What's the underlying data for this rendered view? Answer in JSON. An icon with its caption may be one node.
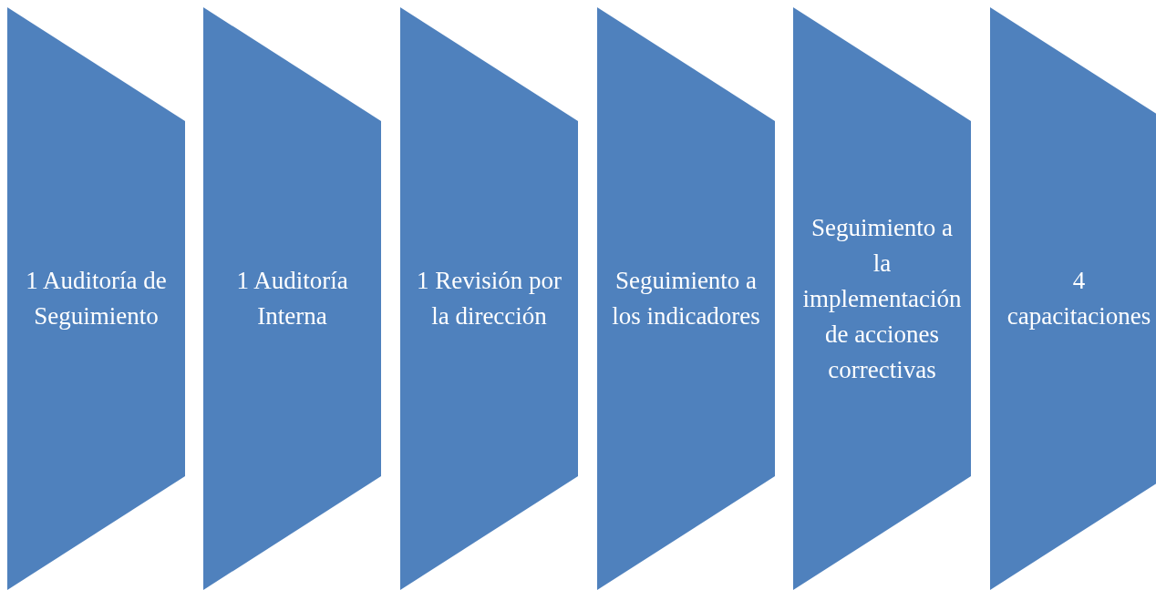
{
  "diagram": {
    "nodes": [
      {
        "text": [
          "1 Auditoría de Seguimiento"
        ]
      },
      {
        "text": [
          "1 Auditoría Interna"
        ]
      },
      {
        "text": [
          "1 Revisión por la dirección"
        ]
      },
      {
        "text": [
          "Seguimiento a los indicadores"
        ]
      },
      {
        "text": [
          "Seguimiento a la implementación de acciones correctivas"
        ]
      },
      {
        "text": [
          "4 capacitaciones"
        ]
      }
    ]
  }
}
